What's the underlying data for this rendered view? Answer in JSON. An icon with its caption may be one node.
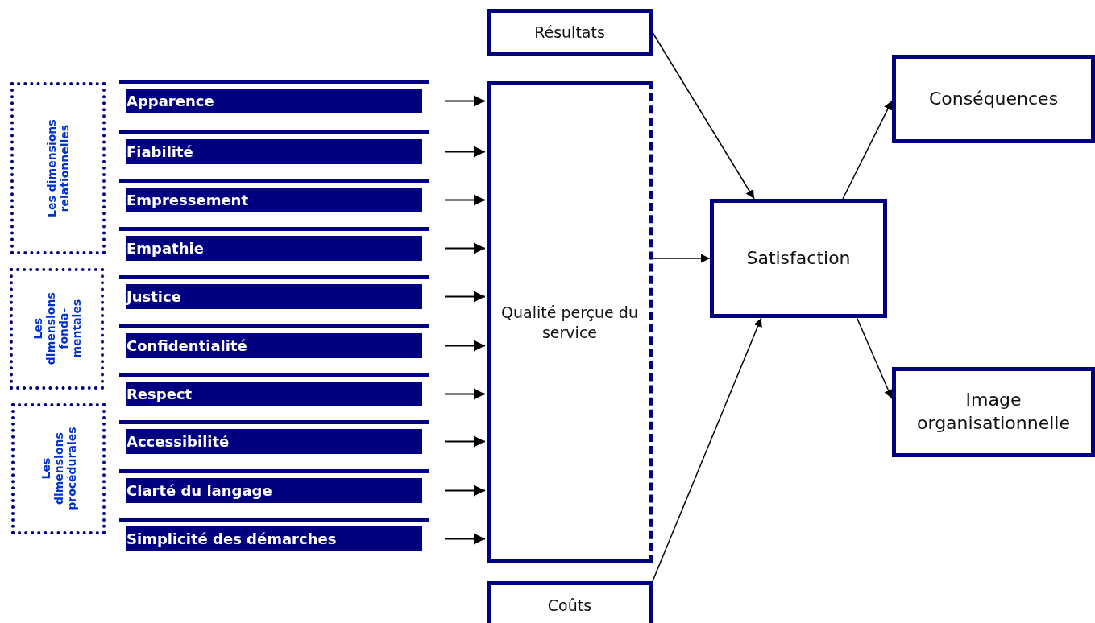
{
  "diagram": {
    "nodes": [
      {
        "text": [
          "Les dimensions relationnelles"
        ]
      },
      {
        "text": [
          "Les dimensions fonda-mentales"
        ]
      },
      {
        "text": [
          "Les dimensions procédurales"
        ]
      },
      {
        "text": [
          "Apparence"
        ]
      },
      {
        "text": [
          "Fiabilité"
        ]
      },
      {
        "text": [
          "Empressement"
        ]
      },
      {
        "text": [
          "Empathie"
        ]
      },
      {
        "text": [
          "Justice"
        ]
      },
      {
        "text": [
          "Confidentialité"
        ]
      },
      {
        "text": [
          "Respect"
        ]
      },
      {
        "text": [
          "Accessibilité"
        ]
      },
      {
        "text": [
          "Clarté du langage"
        ]
      },
      {
        "text": [
          "Simplicité des démarches"
        ]
      },
      {
        "text": [
          "Résultats"
        ]
      },
      {
        "text": [
          "Qualité perçue du service"
        ]
      },
      {
        "text": [
          "Coûts"
        ]
      },
      {
        "text": [
          "Satisfaction"
        ]
      },
      {
        "text": [
          "Conséquences"
        ]
      },
      {
        "text": [
          "Image organisationnelle"
        ]
      }
    ],
    "edges": [
      {
        "from": 3,
        "to": 14,
        "arrow": "to"
      },
      {
        "from": 4,
        "to": 14,
        "arrow": "to"
      },
      {
        "from": 5,
        "to": 14,
        "arrow": "to"
      },
      {
        "from": 6,
        "to": 14,
        "arrow": "to"
      },
      {
        "from": 7,
        "to": 14,
        "arrow": "to"
      },
      {
        "from": 8,
        "to": 14,
        "arrow": "to"
      },
      {
        "from": 9,
        "to": 14,
        "arrow": "to"
      },
      {
        "from": 10,
        "to": 14,
        "arrow": "to"
      },
      {
        "from": 11,
        "to": 14,
        "arrow": "to"
      },
      {
        "from": 12,
        "to": 14,
        "arrow": "to"
      },
      {
        "from": 13,
        "to": 16,
        "arrow": "to"
      },
      {
        "from": 14,
        "to": 16,
        "arrow": "to"
      },
      {
        "from": 15,
        "to": 16,
        "arrow": "to"
      },
      {
        "from": 16,
        "to": 17,
        "arrow": "to"
      },
      {
        "from": 16,
        "to": 18,
        "arrow": "to"
      }
    ]
  }
}
